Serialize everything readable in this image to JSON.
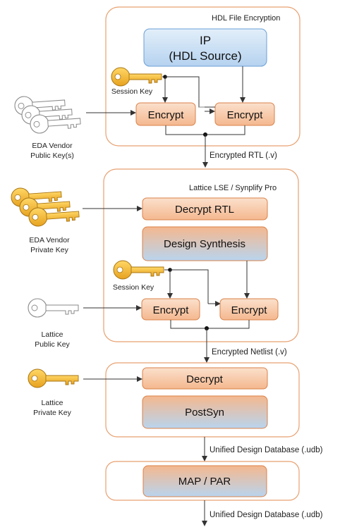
{
  "panels": {
    "hdl": "HDL File Encryption",
    "lse": "Lattice LSE / Synplify Pro"
  },
  "boxes": {
    "ip_line1": "IP",
    "ip_line2": "(HDL Source)",
    "encrypt": "Encrypt",
    "decrypt_rtl": "Decrypt RTL",
    "design_synthesis": "Design Synthesis",
    "decrypt": "Decrypt",
    "postsyn": "PostSyn",
    "map_par": "MAP / PAR"
  },
  "keys": {
    "session_key": "Session Key",
    "eda_public_1": "EDA Vendor",
    "eda_public_2": "Public Key(s)",
    "eda_private_1": "EDA Vendor",
    "eda_private_2": "Private Key",
    "lattice_public_1": "Lattice",
    "lattice_public_2": "Public Key",
    "lattice_private_1": "Lattice",
    "lattice_private_2": "Private Key"
  },
  "flow": {
    "encrypted_rtl": "Encrypted RTL (.v)",
    "encrypted_netlist": "Encrypted Netlist (.v)",
    "udb_1": "Unified Design Database (.udb)",
    "udb_2": "Unified Design Database (.udb)"
  },
  "colors": {
    "orange_box": "#f6c7a6",
    "blue_box": "#c7ddf3",
    "panel_border": "#e8a070",
    "gold_key": "#f2b632",
    "silver_key": "#ffffff"
  }
}
